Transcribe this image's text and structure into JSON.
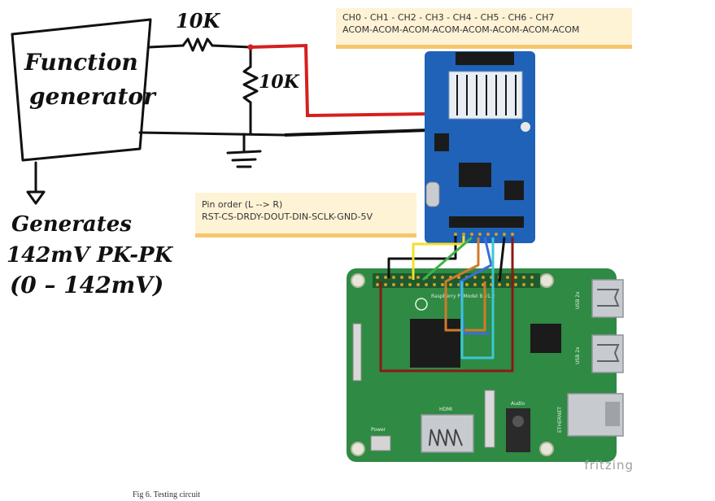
{
  "handwriting": {
    "source_label_1": "Function",
    "source_label_2": "generator",
    "resistor_top": "10K",
    "resistor_side": "10K",
    "note_line_1": "Generates",
    "note_line_2": "142mV PK-PK",
    "note_line_3": "(0 – 142mV)"
  },
  "channel_note": {
    "line1": "CH0  -  CH1  -  CH2  -  CH3  -  CH4 -  CH5  -  CH6 -  CH7",
    "line2": "ACOM-ACOM-ACOM-ACOM-ACOM-ACOM-ACOM-ACOM"
  },
  "pin_note": {
    "line1": "Pin order (L --> R)",
    "line2": "RST-CS-DRDY-DOUT-DIN-SCLK-GND-5V"
  },
  "board": {
    "hdmi_label": "HDMI",
    "audio_label": "Audio",
    "power_label": "Power",
    "usb_label_1": "USB 2x",
    "usb_label_2": "USB 2x",
    "ethernet_label": "ETHERNET",
    "model_text": "Raspberry Pi Model B v1.2"
  },
  "brand": "fritzing",
  "caption": "Fig 6. Testing circuit",
  "colors": {
    "pcb_green": "#2f8a44",
    "adc_board_blue": "#1f62b8",
    "wire_red": "#d61f1f",
    "wire_yellow": "#f2df2a",
    "wire_green": "#3bb34a",
    "wire_blue": "#3a6fd8",
    "wire_orange": "#d07a2a",
    "wire_cyan": "#3cc7d6",
    "wire_darkred": "#8a1a12",
    "note_bg": "#fff3d6",
    "note_border": "#f6c66d"
  }
}
